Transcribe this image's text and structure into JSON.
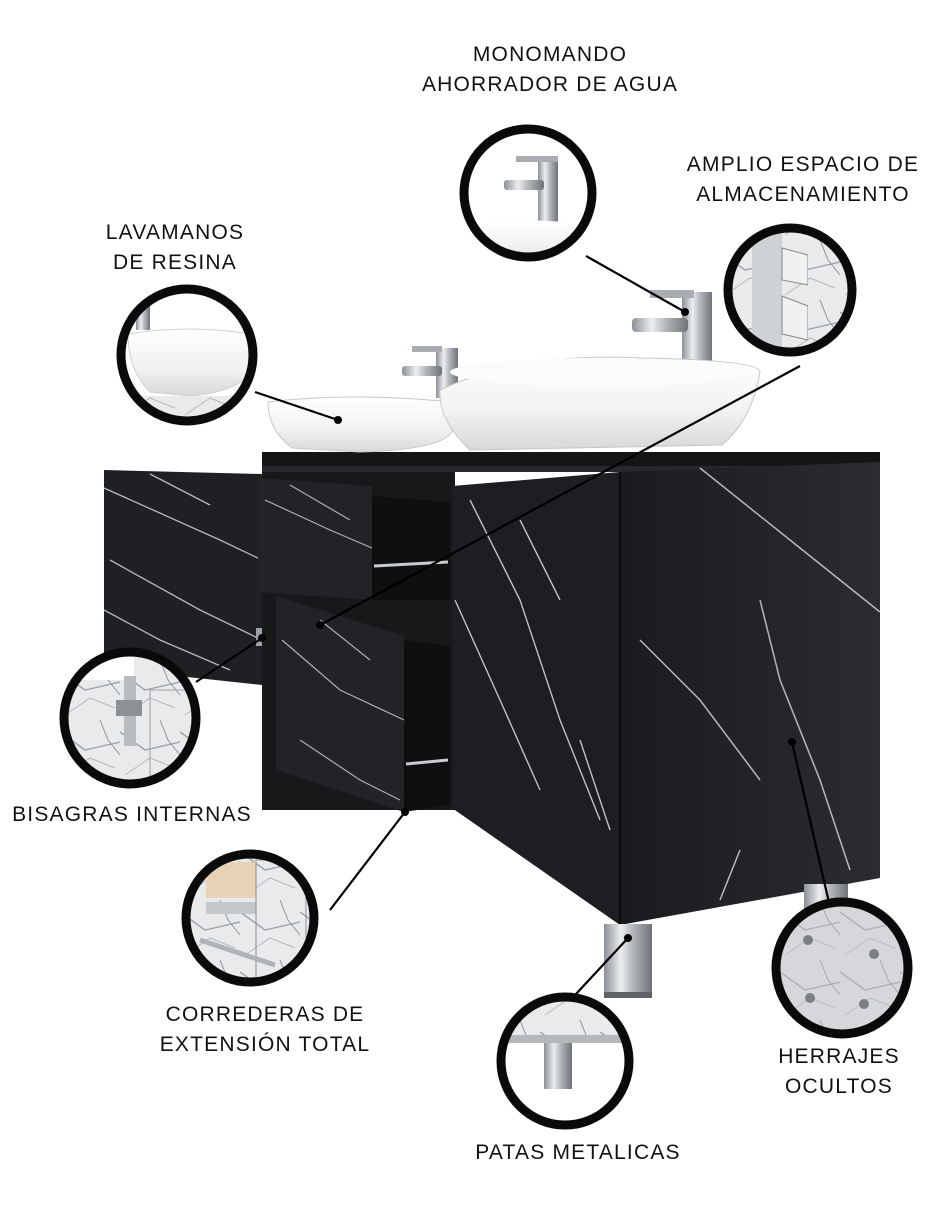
{
  "background": "#ffffff",
  "colors": {
    "marble_dark": "#1c1d20",
    "marble_vein": "#d9dde2",
    "basin_white": "#f4f4f4",
    "chrome": "#b8bcc0",
    "callout_ring": "#0a0a0a"
  },
  "callouts": [
    {
      "id": "faucet",
      "lines": [
        "MONOMANDO",
        "AHORRADOR DE AGUA"
      ],
      "icon": "faucet-detail"
    },
    {
      "id": "storage",
      "lines": [
        "AMPLIO ESPACIO DE",
        "ALMACENAMIENTO"
      ],
      "icon": "storage-detail"
    },
    {
      "id": "basin",
      "lines": [
        "LAVAMANOS",
        "DE RESINA"
      ],
      "icon": "basin-detail"
    },
    {
      "id": "hinges",
      "lines": [
        "BISAGRAS INTERNAS"
      ],
      "icon": "hinge-detail"
    },
    {
      "id": "slides",
      "lines": [
        "CORREDERAS DE",
        "EXTENSIÓN TOTAL"
      ],
      "icon": "slide-detail"
    },
    {
      "id": "legs",
      "lines": [
        "PATAS METALICAS"
      ],
      "icon": "leg-detail"
    },
    {
      "id": "hardware",
      "lines": [
        "HERRAJES",
        "OCULTOS"
      ],
      "icon": "hidden-hardware-detail"
    }
  ]
}
